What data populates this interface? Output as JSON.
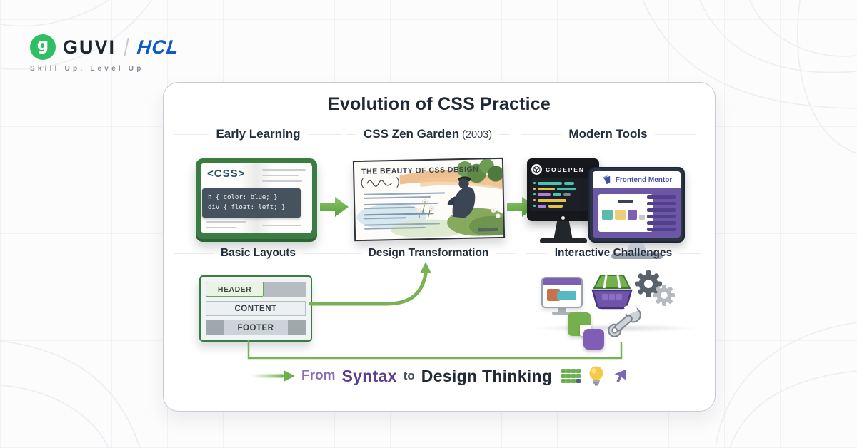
{
  "brand": {
    "name": "GUVI",
    "partner": "HCL",
    "tagline": "Skill Up. Level Up",
    "guvi_green": "#2fbe62",
    "hcl_blue": "#0f5ac4"
  },
  "card": {
    "title": "Evolution of CSS Practice",
    "columns": [
      {
        "heading": "Early Learning",
        "caption": "Basic Layouts"
      },
      {
        "heading": "CSS Zen Garden",
        "year": "(2003)",
        "caption": "Design Transformation"
      },
      {
        "heading": "Modern Tools",
        "caption": "Interactive Challenges"
      }
    ],
    "book": {
      "tag": "<CSS>",
      "code1": "h { color: blue; }",
      "code2": "div { float: left; }"
    },
    "zen": {
      "title": "THE BEAUTY OF CSS DESIGN"
    },
    "tools": {
      "codepen": "CODEPEN",
      "frontend_mentor": "Frontend Mentor"
    },
    "layout": {
      "header": "HEADER",
      "content": "CONTENT",
      "footer": "FOOTER"
    },
    "phrase": {
      "from": "From",
      "syntax": "Syntax",
      "to": "to",
      "design_thinking": "Design Thinking"
    }
  },
  "colors": {
    "accent_green": "#6fb14d",
    "arrow_green": "#79b254",
    "purple": "#6b57a5",
    "teal": "#45c4b5",
    "yellow": "#e3c14e",
    "code_slate": "#46525e"
  },
  "icons": [
    "guvi-logo-icon",
    "codepen-icon",
    "frontend-mentor-icon",
    "arrow-right-icon",
    "curved-arrow-icon",
    "bracket-line",
    "window-icon",
    "basket-layout-icon",
    "gears-icon",
    "overlap-squares-icon",
    "wrench-icon",
    "grid-icon",
    "lightbulb-icon",
    "cursor-icon"
  ]
}
